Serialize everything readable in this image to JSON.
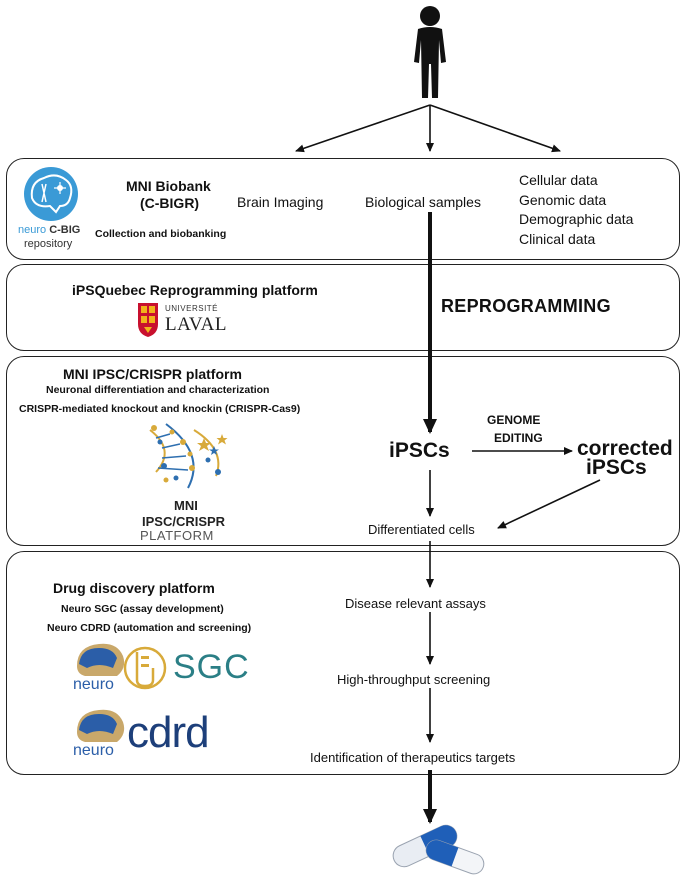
{
  "biobank": {
    "title": "MNI Biobank",
    "subtitle": "(C-BIGR)",
    "description": "Collection and biobanking",
    "logo_text_neuro": "neuro",
    "logo_text_cbig": "C-BIG",
    "logo_text_repository": "repository",
    "brain_imaging": "Brain Imaging",
    "biological_samples": "Biological samples",
    "data_types": [
      "Cellular data",
      "Genomic data",
      "Demographic data",
      "Clinical data"
    ]
  },
  "ipsquebec": {
    "title": "iPSQuebec Reprogramming platform",
    "logo_top": "UNIVERSITÉ",
    "logo_main": "LAVAL",
    "step": "REPROGRAMMING"
  },
  "ipsc_crispr": {
    "title": "MNI IPSC/CRISPR platform",
    "line1": "Neuronal differentiation and characterization",
    "line2": "CRISPR-mediated knockout and knockin (CRISPR-Cas9)",
    "logo_line1": "MNI",
    "logo_line2": "IPSC/CRISPR",
    "logo_line3": "PLATFORM",
    "ipscs": "iPSCs",
    "genome_editing_1": "GENOME",
    "genome_editing_2": "EDITING",
    "corrected_1": "corrected",
    "corrected_2": "iPSCs",
    "differentiated": "Differentiated cells"
  },
  "drug_discovery": {
    "title": "Drug discovery platform",
    "line1": "Neuro SGC (assay development)",
    "line2": "Neuro CDRD (automation and screening)",
    "logo1_neuro": "neuro",
    "logo1_sgc": "SGC",
    "logo2_neuro": "neuro",
    "logo2_cdrd": "cdrd",
    "step1": "Disease relevant assays",
    "step2": "High-throughput screening",
    "step3": "Identification of therapeutics targets"
  },
  "colors": {
    "cbig_blue": "#3a9ad6",
    "laval_red": "#c8102e",
    "laval_gold": "#f2b21b",
    "crispr_gold": "#d8aa3a",
    "crispr_blue": "#2e6fb0",
    "neuro_blue": "#2b5ea8",
    "neuro_sand": "#c9a86a",
    "sgc_teal": "#2b7f86",
    "cdrd_navy": "#1d3f7a",
    "pill_blue": "#1f5fb8"
  }
}
